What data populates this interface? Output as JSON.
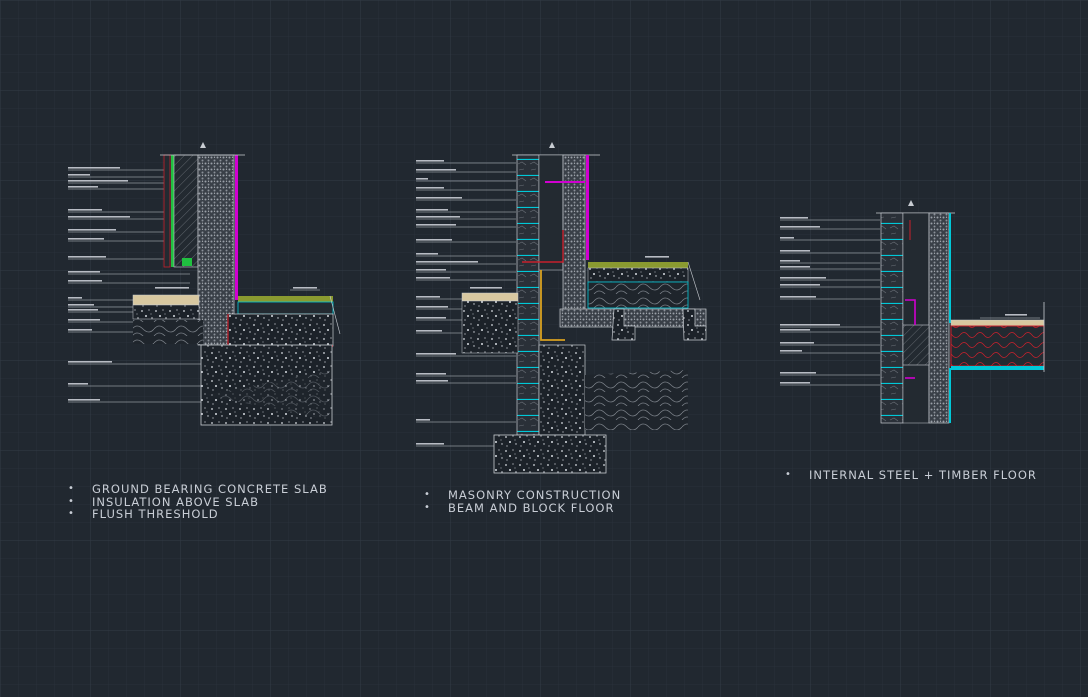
{
  "colors": {
    "background": "#212830",
    "grid_minor": "#2a323b",
    "grid_major": "#323b46",
    "outline": "#c8ccd2",
    "cyan": "#00c8d8",
    "magenta": "#d000d0",
    "red": "#c8202c",
    "green": "#20c040",
    "yellow": "#d8a020",
    "olive": "#8a9a30",
    "caption": "#c9ced6"
  },
  "details": [
    {
      "id": "detail-1",
      "captions": [
        "GROUND BEARING CONCRETE SLAB",
        "INSULATION ABOVE SLAB",
        "FLUSH THRESHOLD"
      ]
    },
    {
      "id": "detail-2",
      "captions": [
        "MASONRY CONSTRUCTION",
        "BEAM AND BLOCK FLOOR"
      ]
    },
    {
      "id": "detail-3",
      "captions": [
        "INTERNAL STEEL + TIMBER FLOOR"
      ]
    }
  ],
  "bullet": "•"
}
